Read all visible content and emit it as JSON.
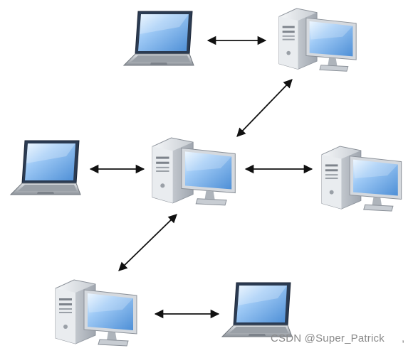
{
  "watermark": {
    "text": "CSDN @Super_Patrick",
    "trailing_mark": ","
  },
  "nodes": [
    {
      "id": "laptop-top",
      "kind": "laptop"
    },
    {
      "id": "desktop-top-right",
      "kind": "desktop"
    },
    {
      "id": "laptop-middle-left",
      "kind": "laptop"
    },
    {
      "id": "desktop-center",
      "kind": "desktop"
    },
    {
      "id": "desktop-middle-right",
      "kind": "desktop"
    },
    {
      "id": "desktop-bottom-left",
      "kind": "desktop"
    },
    {
      "id": "laptop-bottom-right",
      "kind": "laptop"
    }
  ],
  "connections": [
    {
      "from": "laptop-top",
      "to": "desktop-top-right",
      "direction": "bidirectional"
    },
    {
      "from": "desktop-top-right",
      "to": "desktop-center",
      "direction": "bidirectional"
    },
    {
      "from": "laptop-middle-left",
      "to": "desktop-center",
      "direction": "bidirectional"
    },
    {
      "from": "desktop-center",
      "to": "desktop-middle-right",
      "direction": "bidirectional"
    },
    {
      "from": "desktop-center",
      "to": "desktop-bottom-left",
      "direction": "bidirectional"
    },
    {
      "from": "desktop-bottom-left",
      "to": "laptop-bottom-right",
      "direction": "bidirectional"
    }
  ],
  "colors": {
    "screen": "#7fb6f2",
    "screen_highlight": "#cfe6ff",
    "bezel": "#2e4a6a",
    "case": "#d9dde2",
    "case_shadow": "#a9afb7",
    "arrow": "#111111"
  }
}
